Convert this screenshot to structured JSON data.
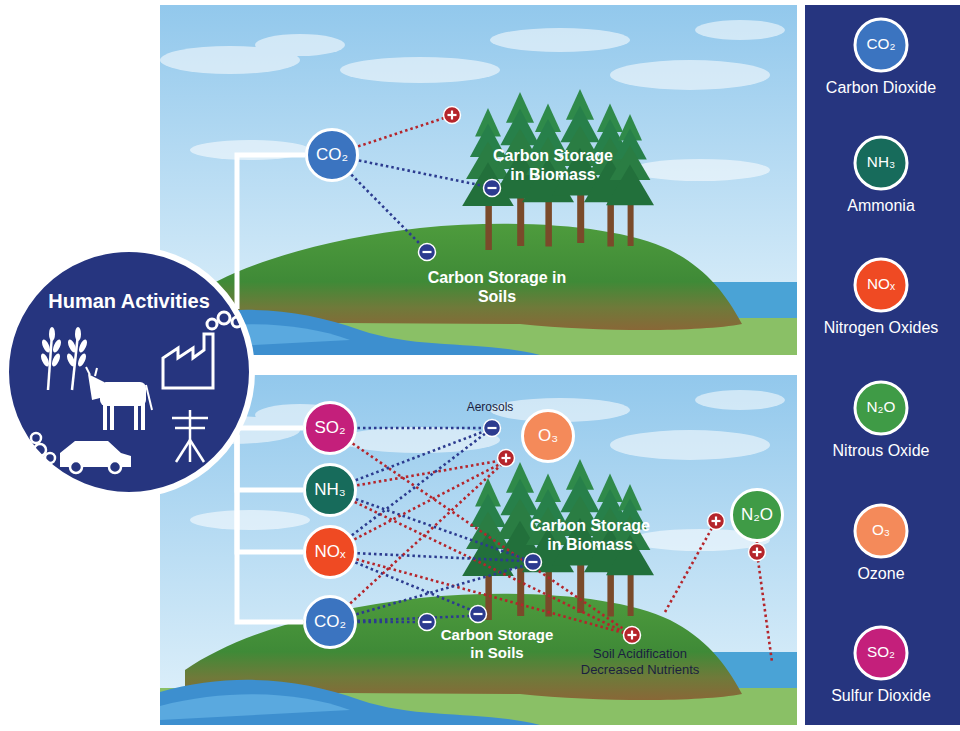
{
  "diagram": {
    "nodes": [
      {
        "text": [
          "Human Activities"
        ]
      },
      {
        "text": [
          "CO₂"
        ]
      },
      {
        "text": [
          "SO₂"
        ]
      },
      {
        "text": [
          "O₃"
        ]
      },
      {
        "text": [
          "NH₃"
        ]
      },
      {
        "text": [
          "N₂O"
        ]
      },
      {
        "text": [
          "NOₓ"
        ]
      },
      {
        "text": [
          "CO₂"
        ]
      }
    ],
    "edges": [
      {
        "from": 0,
        "to": 1,
        "arrow": "none"
      },
      {
        "from": 0,
        "to": 2,
        "arrow": "none"
      },
      {
        "from": 0,
        "to": 4,
        "arrow": "none"
      },
      {
        "from": 0,
        "to": 6,
        "arrow": "none"
      },
      {
        "from": 0,
        "to": 7,
        "arrow": "none"
      }
    ],
    "labels": [
      "Carbon Storage in Biomass",
      "Carbon Storage in Soils",
      "Aerosols",
      "Carbon Storage in Biomass",
      "Carbon Storage in Soils",
      "Soil Acidification Decreased Nutrients",
      "CO₂",
      "NH₃",
      "NOₓ",
      "N₂O",
      "O₃",
      "SO₂"
    ],
    "legend": [
      {
        "text": "Carbon Dioxide",
        "color": "#3b74c0"
      },
      {
        "text": "Ammonia",
        "color": "#176b5b"
      },
      {
        "text": "Nitrogen Oxides",
        "color": "#ef4a23"
      },
      {
        "text": "Nitrous Oxide",
        "color": "#3f9b46"
      },
      {
        "text": "Ozone",
        "color": "#f48a5a"
      },
      {
        "text": "Sulfur Dioxide",
        "color": "#c41f7b"
      }
    ]
  }
}
